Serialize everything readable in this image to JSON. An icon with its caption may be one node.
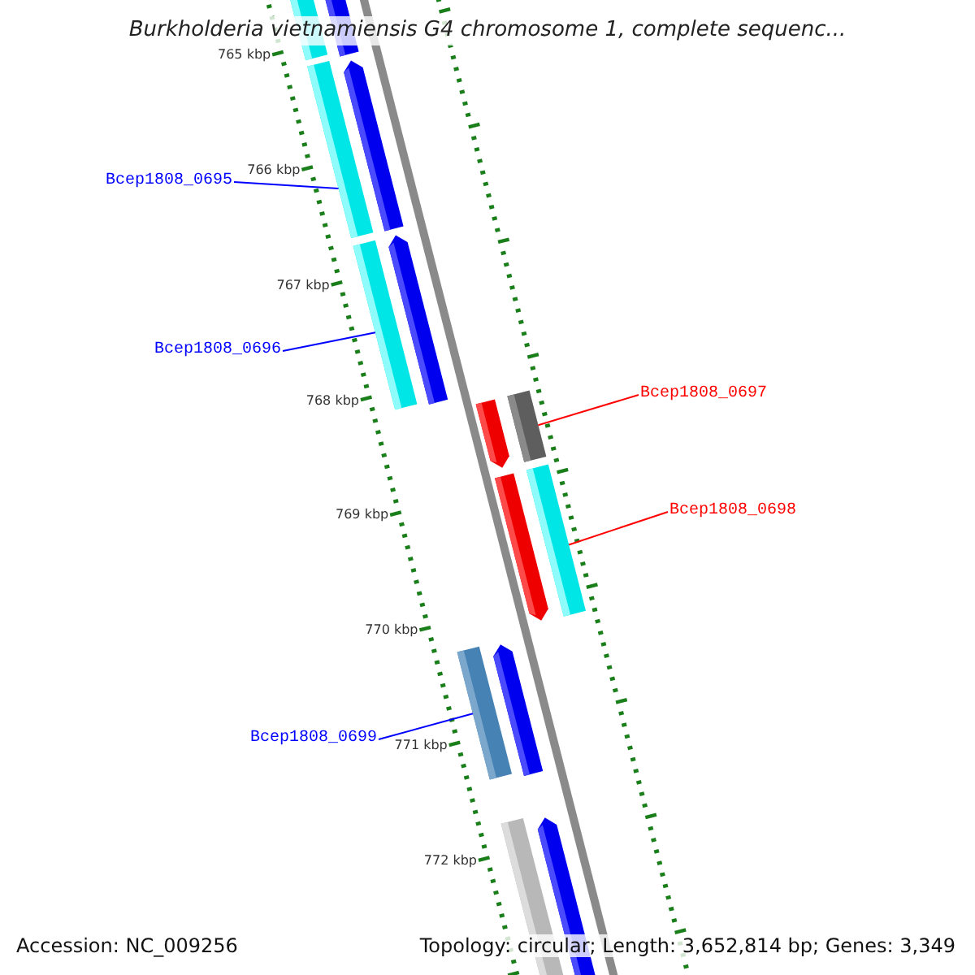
{
  "diagram": {
    "title": "Burkholderia vietnamiensis G4 chromosome 1, complete sequenc...",
    "nodes": [
      {
        "text": [
          "Bcep1808_0695"
        ]
      },
      {
        "text": [],
        "shape": "bar"
      },
      {
        "text": [
          "Bcep1808_0696"
        ]
      },
      {
        "text": [],
        "shape": "bar"
      },
      {
        "text": [
          "Bcep1808_0697"
        ]
      },
      {
        "text": [],
        "shape": "bar"
      },
      {
        "text": [
          "Bcep1808_0698"
        ]
      },
      {
        "text": [],
        "shape": "bar"
      },
      {
        "text": [
          "Bcep1808_0699"
        ]
      },
      {
        "text": [],
        "shape": "bar"
      }
    ],
    "edges": [
      {
        "from": 0,
        "to": 1,
        "arrow": "none"
      },
      {
        "from": 2,
        "to": 3,
        "arrow": "none"
      },
      {
        "from": 4,
        "to": 5,
        "arrow": "none",
        "color": "#ff0000"
      },
      {
        "from": 6,
        "to": 7,
        "arrow": "none",
        "color": "#ff0000"
      },
      {
        "from": 8,
        "to": 9,
        "arrow": "none"
      }
    ],
    "labels": [
      "765 kbp",
      "766 kbp",
      "767 kbp",
      "768 kbp",
      "769 kbp",
      "770 kbp",
      "771 kbp",
      "772 kbp",
      "Accession: NC_009256",
      "Topology: circular; Length: 3,652,814 bp; Genes: 3,349"
    ]
  }
}
